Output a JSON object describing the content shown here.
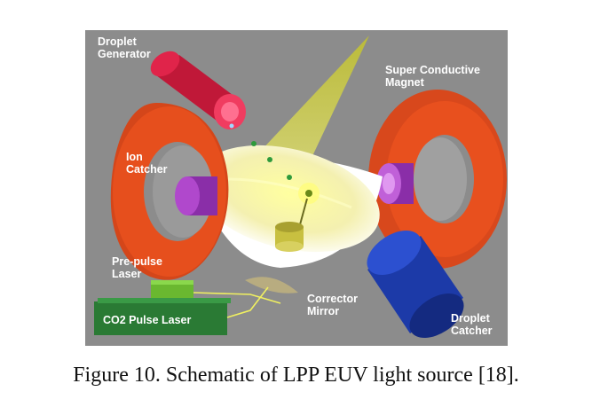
{
  "figure": {
    "labels": {
      "droplet_generator": "Droplet\nGenerator",
      "super_conductive_magnet": "Super Conductive\nMagnet",
      "ion_catcher": "Ion\nCatcher",
      "pre_pulse_laser": "Pre-pulse\nLaser",
      "co2_pulse_laser": "CO2  Pulse Laser",
      "corrector_mirror": "Corrector\nMirror",
      "droplet_catcher": "Droplet\nCatcher"
    },
    "colors": {
      "background": "#8c8c8c",
      "magnet_ring": "#e8501e",
      "ion_catcher": "#a040c0",
      "droplet_generator": "#e0244a",
      "droplet_catcher": "#1c3aa8",
      "euv_cone": "#c8c83a",
      "collector_mirror": "#f4f0b0",
      "co2_laser": "#2a7a34",
      "pre_pulse_laser": "#7ac83c",
      "droplet": "#2e9a3c"
    }
  },
  "caption": "Figure 10. Schematic of LPP EUV light source [18]."
}
